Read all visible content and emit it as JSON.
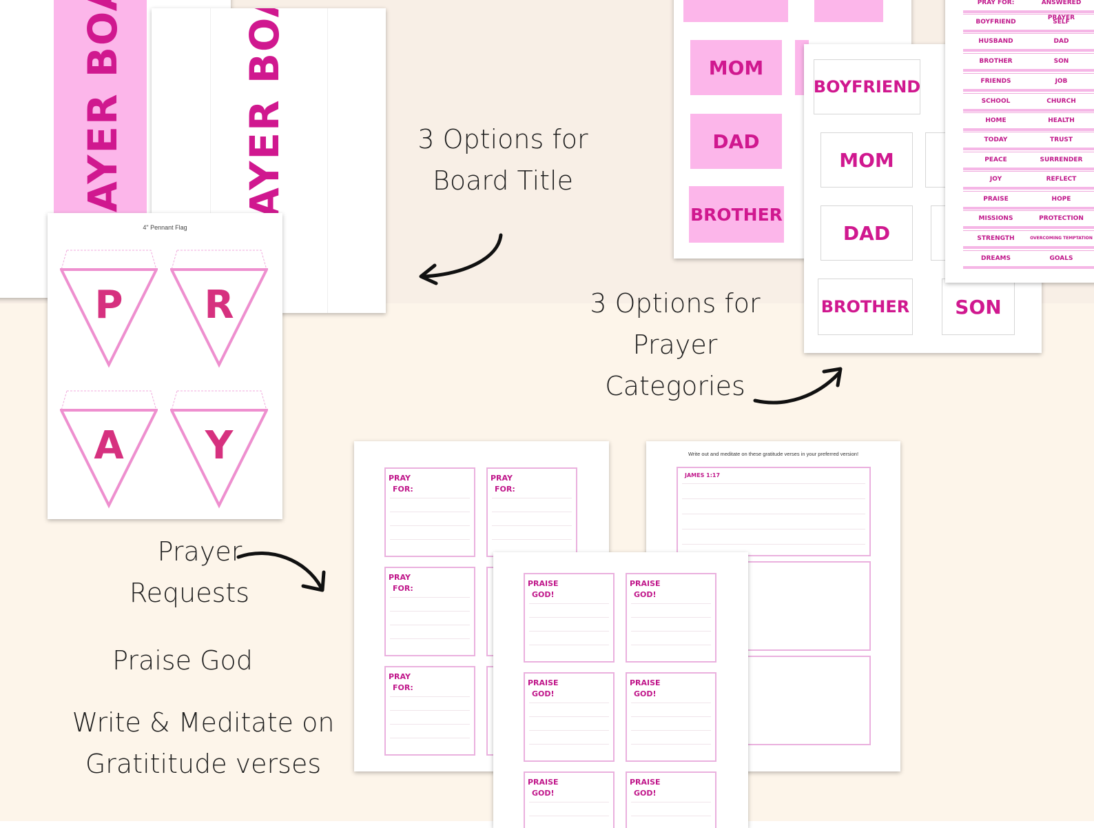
{
  "captions": {
    "board_title_l1": "3 Options for",
    "board_title_l2": "Board Title",
    "categories_l1": "3 Options for",
    "categories_l2": "Prayer",
    "categories_l3": "Categories",
    "requests_l1": "Prayer",
    "requests_l2": "Requests",
    "praise": "Praise God",
    "meditate_l1": "Write & Meditate on",
    "meditate_l2": "Gratititude verses"
  },
  "board_title": {
    "text_visible": "AYER BOARD"
  },
  "pennant": {
    "sheet_title": "4\" Pennant Flag",
    "letters": [
      "P",
      "R",
      "A",
      "Y"
    ]
  },
  "pink_cards": [
    "MOM",
    "DAD",
    "BROTHER"
  ],
  "white_cards": [
    "BOYFRIEND",
    "MOM",
    "DAD",
    "BROTHER",
    "SON"
  ],
  "category_list": {
    "header": [
      "PRAY FOR:",
      "ANSWERED PRAYER"
    ],
    "rows": [
      [
        "BOYFRIEND",
        "SELF"
      ],
      [
        "HUSBAND",
        "DAD"
      ],
      [
        "BROTHER",
        "SON"
      ],
      [
        "FRIENDS",
        "JOB"
      ],
      [
        "SCHOOL",
        "CHURCH"
      ],
      [
        "HOME",
        "HEALTH"
      ],
      [
        "TODAY",
        "TRUST"
      ],
      [
        "PEACE",
        "SURRENDER"
      ],
      [
        "JOY",
        "REFLECT"
      ],
      [
        "PRAISE",
        "HOPE"
      ],
      [
        "MISSIONS",
        "PROTECTION"
      ],
      [
        "STRENGTH",
        "OVERCOMING TEMPTATION"
      ],
      [
        "DREAMS",
        "GOALS"
      ]
    ]
  },
  "pray_for": {
    "line1": "PRAY",
    "line2": "FOR:"
  },
  "praise_god": {
    "line1": "PRAISE",
    "line2": "GOD!"
  },
  "gratitude": {
    "instruction": "Write out and meditate on these gratitude verses in your preferred version!",
    "verse_ref": "JAMES 1:17"
  },
  "colors": {
    "pink_light": "#fcb6ea",
    "pink_text": "#d0188f",
    "pennant_pink": "#ee8fcf",
    "background": "#fdf5ea"
  }
}
